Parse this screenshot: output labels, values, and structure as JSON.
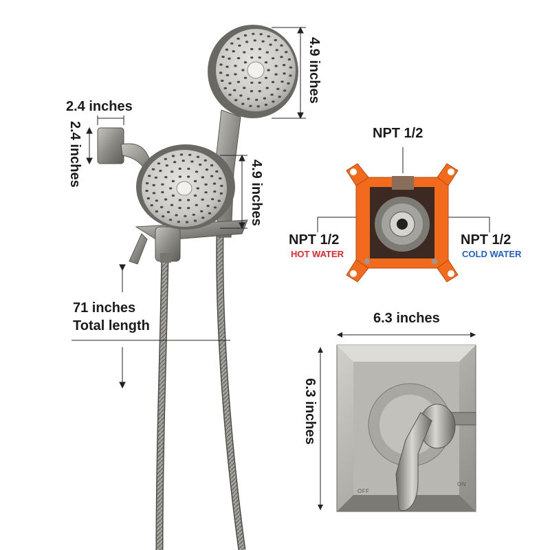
{
  "labels": {
    "arm_width": "2.4 inches",
    "arm_height": "2.4 inches",
    "top_head": "4.9 inches",
    "lower_head": "4.9 inches",
    "hose_length": "71 inches",
    "hose_total": "Total length",
    "valve_top": "NPT 1/2",
    "valve_left": "NPT 1/2",
    "valve_left_sub": "HOT WATER",
    "valve_right": "NPT 1/2",
    "valve_right_sub": "COLD WATER",
    "plate_width": "6.3 inches",
    "plate_height": "6.3 inches",
    "plate_off": "OFF",
    "plate_on": "ON"
  },
  "colors": {
    "metal": "#8c8a85",
    "metal_dark": "#4e4c48",
    "valve_orange": "#f26a1b",
    "hot": "#e8262d",
    "cold": "#1f5fc8"
  }
}
